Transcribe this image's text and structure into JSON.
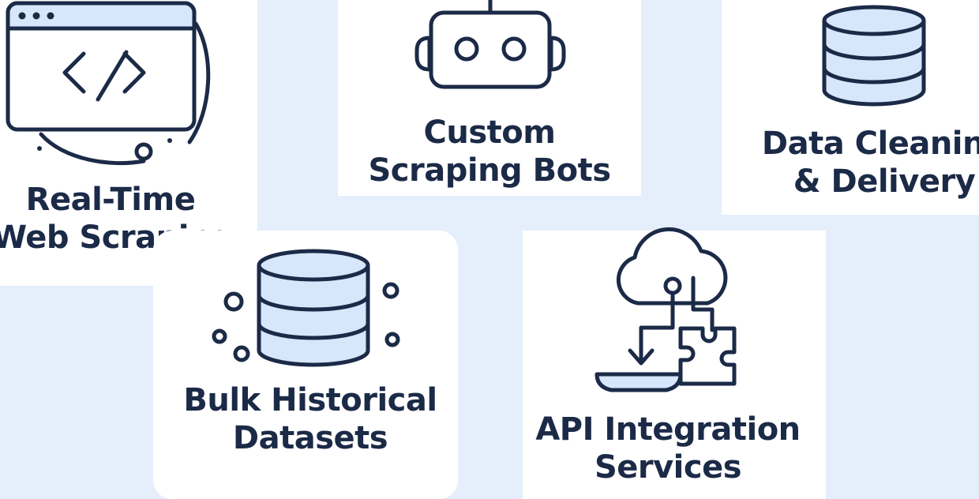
{
  "colors": {
    "background": "#e5effb",
    "card": "#ffffff",
    "ink": "#1b2a47",
    "icon_fill": "#d7e6fa"
  },
  "services": [
    {
      "id": "real-time-web-scraping",
      "icon": "browser-code-icon",
      "line1": "Real-Time",
      "line2": "Web Scraping"
    },
    {
      "id": "custom-scraping-bots",
      "icon": "robot-icon",
      "line1": "Custom",
      "line2": "Scraping Bots"
    },
    {
      "id": "data-cleaning-delivery",
      "icon": "database-icon",
      "line1": "Data Cleaning",
      "line2": "& Delivery"
    },
    {
      "id": "bulk-historical-datasets",
      "icon": "database-icon",
      "line1": "Bulk Historical",
      "line2": "Datasets"
    },
    {
      "id": "api-integration-services",
      "icon": "cloud-puzzle-icon",
      "line1": "API Integration",
      "line2": "Services"
    }
  ]
}
